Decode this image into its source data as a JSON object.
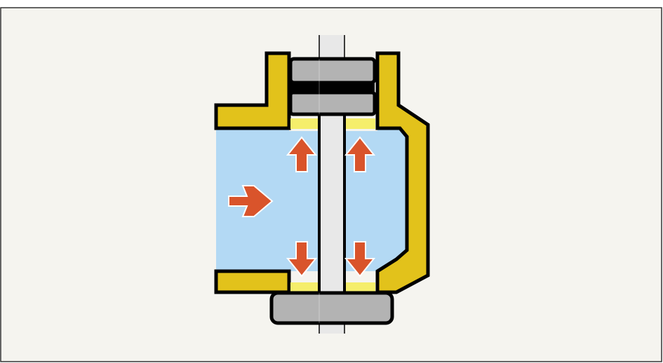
{
  "diagram": {
    "subject": "",
    "colors": {
      "background": "#f5f4ef",
      "frame": "#333333",
      "housing": "#e2c21b",
      "fluid": "#b3d9f4",
      "seal": "#f5ee6b",
      "stem": "#e8e8e8",
      "gland": "#b3b3b3",
      "arrow": "#d9542b",
      "outline": "#000000"
    },
    "arrows": [
      {
        "name": "inlet-flow-arrow",
        "direction": "right"
      },
      {
        "name": "upper-left-pressure-arrow",
        "direction": "up"
      },
      {
        "name": "upper-right-pressure-arrow",
        "direction": "up"
      },
      {
        "name": "lower-left-pressure-arrow",
        "direction": "down"
      },
      {
        "name": "lower-right-pressure-arrow",
        "direction": "down"
      }
    ]
  }
}
